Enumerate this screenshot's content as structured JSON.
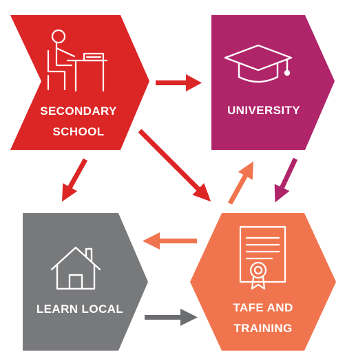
{
  "colors": {
    "secondary_school": "#dc2626",
    "university": "#b0246a",
    "learn_local": "#78797b",
    "tafe_training": "#f0754f",
    "arrow_red": "#dc2626",
    "arrow_magenta": "#b0246a",
    "arrow_orange": "#f0754f",
    "arrow_grey": "#6b6d70"
  },
  "nodes": {
    "secondary_school": {
      "line1": "SECONDARY",
      "line2": "SCHOOL",
      "icon": "student-at-desk-icon"
    },
    "university": {
      "line1": "UNIVERSITY",
      "icon": "graduation-cap-icon"
    },
    "learn_local": {
      "line1": "LEARN LOCAL",
      "icon": "house-icon"
    },
    "tafe_training": {
      "line1": "TAFE AND",
      "line2": "TRAINING",
      "icon": "certificate-icon"
    }
  },
  "connections": [
    {
      "from": "Secondary School",
      "to": "University"
    },
    {
      "from": "Secondary School",
      "to": "Learn Local"
    },
    {
      "from": "Secondary School",
      "to": "TAFE and Training"
    },
    {
      "from": "University",
      "to": "TAFE and Training"
    },
    {
      "from": "TAFE and Training",
      "to": "University"
    },
    {
      "from": "TAFE and Training",
      "to": "Learn Local"
    },
    {
      "from": "Learn Local",
      "to": "TAFE and Training"
    }
  ]
}
